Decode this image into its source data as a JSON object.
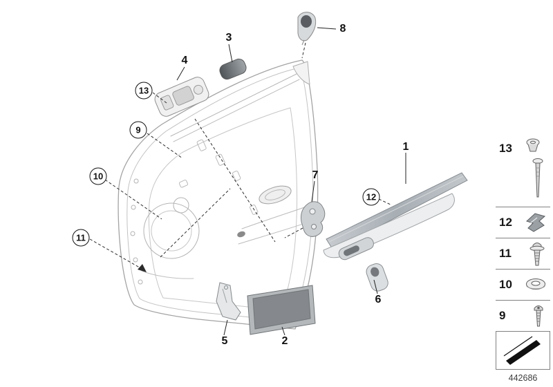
{
  "diagram": {
    "number": "442686",
    "callouts": [
      {
        "label": "1",
        "circled": false
      },
      {
        "label": "2",
        "circled": false
      },
      {
        "label": "3",
        "circled": false
      },
      {
        "label": "4",
        "circled": false
      },
      {
        "label": "5",
        "circled": false
      },
      {
        "label": "6",
        "circled": false
      },
      {
        "label": "7",
        "circled": false
      },
      {
        "label": "8",
        "circled": false
      },
      {
        "label": "9",
        "circled": true
      },
      {
        "label": "10",
        "circled": true
      },
      {
        "label": "11",
        "circled": true
      },
      {
        "label": "12",
        "circled": true
      },
      {
        "label": "13",
        "circled": true
      }
    ]
  },
  "legend": {
    "items": [
      {
        "label": "13",
        "icon": "expansion-rivet-icon"
      },
      {
        "label": "12",
        "icon": "spring-clip-icon"
      },
      {
        "label": "11",
        "icon": "flange-screw-icon"
      },
      {
        "label": "10",
        "icon": "grommet-icon"
      },
      {
        "label": "9",
        "icon": "torx-screw-icon"
      },
      {
        "label": "",
        "icon": "wedge-icon"
      }
    ]
  },
  "colors": {
    "background": "#ffffff",
    "line_art": "#a8a8a8",
    "callout_ink": "#111111",
    "trim_strip": "#aab1b7",
    "speaker_grille": "#85898d"
  }
}
